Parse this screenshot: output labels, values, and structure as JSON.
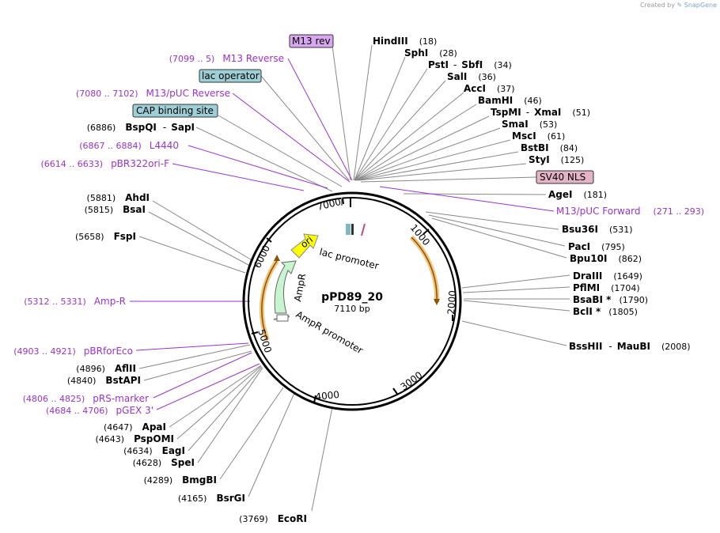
{
  "credit": {
    "prefix": "Created by",
    "brand": "SnapGene"
  },
  "plasmid": {
    "name": "pPD89_20",
    "length": "7110 bp",
    "total_bp": 7110
  },
  "ticks": [
    {
      "label": "1000",
      "bp": 1000
    },
    {
      "label": "2000",
      "bp": 2000
    },
    {
      "label": "3000",
      "bp": 3000
    },
    {
      "label": "4000",
      "bp": 4000
    },
    {
      "label": "5000",
      "bp": 5000
    },
    {
      "label": "6000",
      "bp": 6000
    },
    {
      "label": "7000",
      "bp": 7000
    }
  ],
  "enzymes_right": [
    {
      "name": "HindIII",
      "pos": "(18)",
      "bp": 18
    },
    {
      "name": "SphI",
      "pos": "(28)",
      "bp": 28
    },
    {
      "name": "PstI",
      "name2": "SbfI",
      "pos": "(34)",
      "bp": 34
    },
    {
      "name": "SalI",
      "pos": "(36)",
      "bp": 36
    },
    {
      "name": "AccI",
      "pos": "(37)",
      "bp": 37
    },
    {
      "name": "BamHI",
      "pos": "(46)",
      "bp": 46
    },
    {
      "name": "TspMI",
      "name2": "XmaI",
      "pos": "(51)",
      "bp": 51
    },
    {
      "name": "SmaI",
      "pos": "(53)",
      "bp": 53
    },
    {
      "name": "MscI",
      "pos": "(61)",
      "bp": 61
    },
    {
      "name": "BstBI",
      "pos": "(84)",
      "bp": 84
    },
    {
      "name": "StyI",
      "pos": "(125)",
      "bp": 125
    },
    {
      "name": "AgeI",
      "pos": "(181)",
      "bp": 181
    },
    {
      "name": "Bsu36I",
      "pos": "(531)",
      "bp": 531
    },
    {
      "name": "PacI",
      "pos": "(795)",
      "bp": 795
    },
    {
      "name": "Bpu10I",
      "pos": "(862)",
      "bp": 862
    },
    {
      "name": "DraIII",
      "pos": "(1649)",
      "bp": 1649
    },
    {
      "name": "PflMI",
      "pos": "(1704)",
      "bp": 1704
    },
    {
      "name": "BsaBI *",
      "pos": "(1790)",
      "bp": 1790
    },
    {
      "name": "BclI *",
      "pos": "(1805)",
      "bp": 1805
    },
    {
      "name": "BssHII",
      "name2": "MauBI",
      "pos": "(2008)",
      "bp": 2008
    }
  ],
  "enzymes_left": [
    {
      "name": "BspQI",
      "name2": "SapI",
      "pos": "(6886)",
      "bp": 6886
    },
    {
      "name": "AhdI",
      "pos": "(5881)",
      "bp": 5881
    },
    {
      "name": "BsaI",
      "pos": "(5815)",
      "bp": 5815
    },
    {
      "name": "FspI",
      "pos": "(5658)",
      "bp": 5658
    },
    {
      "name": "AflII",
      "pos": "(4896)",
      "bp": 4896
    },
    {
      "name": "BstAPI",
      "pos": "(4840)",
      "bp": 4840
    },
    {
      "name": "ApaI",
      "pos": "(4647)",
      "bp": 4647
    },
    {
      "name": "PspOMI",
      "pos": "(4643)",
      "bp": 4643
    },
    {
      "name": "EagI",
      "pos": "(4634)",
      "bp": 4634
    },
    {
      "name": "SpeI",
      "pos": "(4628)",
      "bp": 4628
    },
    {
      "name": "BmgBI",
      "pos": "(4289)",
      "bp": 4289
    },
    {
      "name": "BsrGI",
      "pos": "(4165)",
      "bp": 4165
    },
    {
      "name": "EcoRI",
      "pos": "(3769)",
      "bp": 3769
    }
  ],
  "features_left": [
    {
      "range": "(7099 .. 5)",
      "name": "M13 Reverse",
      "bp": 7108
    },
    {
      "range": "(7080 .. 7102)",
      "name": "M13/pUC Reverse",
      "bp": 7091
    },
    {
      "range": "(6867 .. 6884)",
      "name": "L4440",
      "bp": 6875
    },
    {
      "range": "(6614 .. 6633)",
      "name": "pBR322ori-F",
      "bp": 6623
    },
    {
      "range": "(5312 .. 5331)",
      "name": "Amp-R",
      "bp": 5321
    },
    {
      "range": "(4903 .. 4921)",
      "name": "pBRforEco",
      "bp": 4912
    },
    {
      "range": "(4806 .. 4825)",
      "name": "pRS-marker",
      "bp": 4815
    },
    {
      "range": "(4684 .. 4706)",
      "name": "pGEX 3'",
      "bp": 4695
    }
  ],
  "features_right": [
    {
      "name": "M13/pUC Forward",
      "range": "(271 .. 293)",
      "bp": 282
    }
  ],
  "boxed_features": [
    {
      "name": "M13 rev",
      "color": "#d9a6f0",
      "bp": 7107
    },
    {
      "name": "lac operator",
      "color": "#9ecfd6",
      "bp": 7085
    },
    {
      "name": "CAP binding site",
      "color": "#9ecfd6",
      "bp": 7035
    },
    {
      "name": "SV40 NLS",
      "color": "#e3b3c6",
      "bp": 150
    }
  ],
  "inner_features": [
    {
      "name": "ori",
      "color": "#ffff00"
    },
    {
      "name": "lac promoter"
    },
    {
      "name": "AmpR",
      "color": "#c8f5d0"
    },
    {
      "name": "AmpR promoter"
    }
  ],
  "colors": {
    "feature_text": "#9933cc",
    "orf_arc": "#f0b060",
    "orf_arrow": "#7a4a00",
    "backbone": "#000000"
  }
}
